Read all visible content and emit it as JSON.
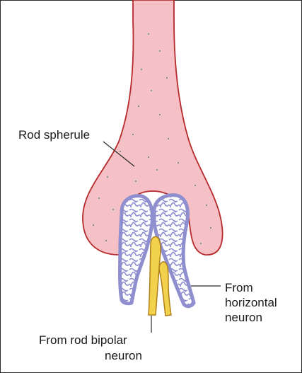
{
  "labels": {
    "rod_spherule": "Rod spherule",
    "horizontal_line1": "From",
    "horizontal_line2": "horizontal",
    "horizontal_line3": "neuron",
    "bipolar_line1": "From rod bipolar",
    "bipolar_line2": "neuron"
  },
  "colors": {
    "spherule_fill": "#f6c1c6",
    "spherule_outline": "#b52a2a",
    "horizontal_process_fill": "#8f8fd0",
    "bipolar_dendrite_fill": "#f2d14d",
    "bipolar_dendrite_outline": "#b0801a",
    "leader_line": "#2b2b2b",
    "text": "#1a1a1a"
  }
}
